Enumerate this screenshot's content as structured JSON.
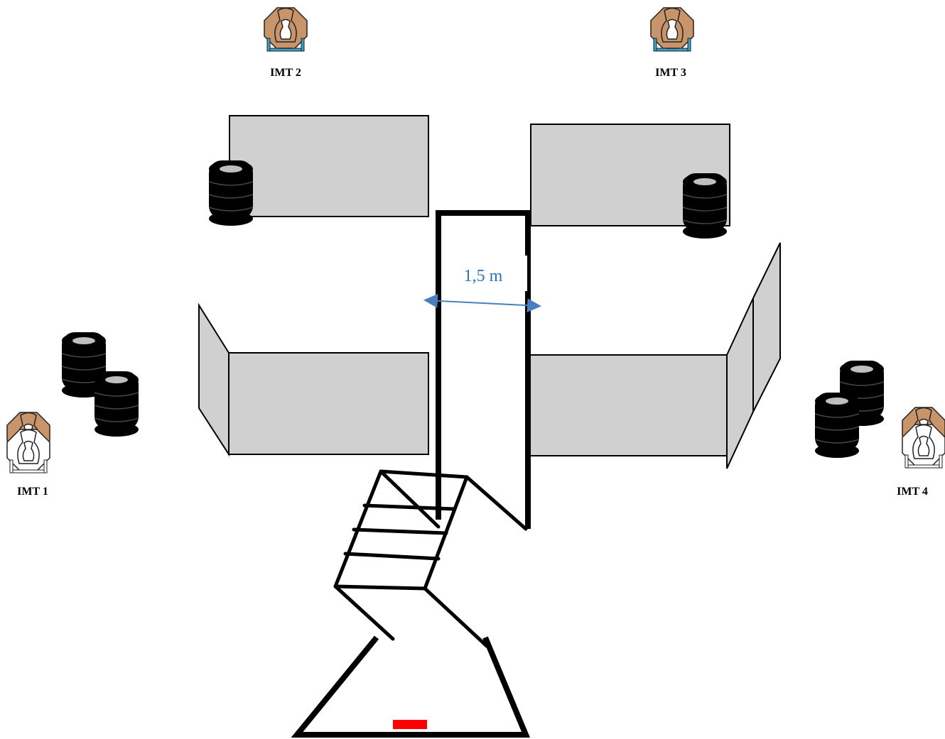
{
  "targets": {
    "imt1": {
      "label": "IMT 1"
    },
    "imt2": {
      "label": "IMT 2"
    },
    "imt3": {
      "label": "IMT 3"
    },
    "imt4": {
      "label": "IMT 4"
    }
  },
  "dimension": {
    "label": "1,5 m"
  },
  "colors": {
    "wall_fill": "#d0d0d0",
    "target_tan": "#c8956a",
    "target_stand": "#3aa0c8",
    "dimension_arrow": "#4a7fbf",
    "start_marker": "#ff0000",
    "tire": "#000000",
    "tire_hole": "#bfbfbf"
  }
}
